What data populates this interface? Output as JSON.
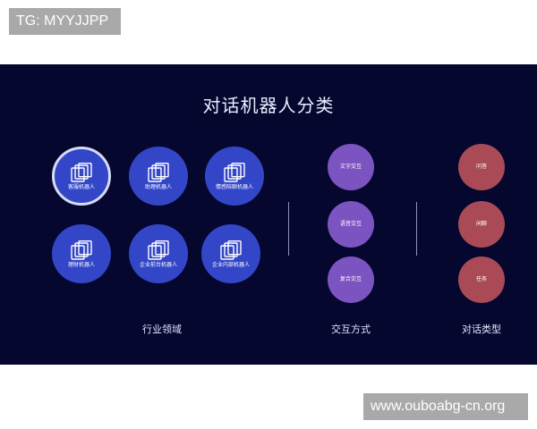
{
  "watermarks": {
    "top": "TG: MYYJJPP",
    "bottom": "www.ouboabg-cn.org"
  },
  "panel": {
    "title": "对话机器人分类"
  },
  "industry": {
    "label": "行业领域",
    "items": [
      {
        "label": "客服机器人",
        "selected": true
      },
      {
        "label": "助理机器人"
      },
      {
        "label": "情感陪聊机器人"
      },
      {
        "label": "理财机器人"
      },
      {
        "label": "企业前台机器人"
      },
      {
        "label": "企业内部机器人"
      }
    ]
  },
  "interaction": {
    "label": "交互方式",
    "items": [
      "文字交互",
      "语音交互",
      "复合交互"
    ]
  },
  "dialog_type": {
    "label": "对话类型",
    "items": [
      "问答",
      "闲聊",
      "任务"
    ]
  },
  "colors": {
    "background": "#05072e",
    "industry_circle": "#3346c8",
    "interaction_circle": "#7c54c1",
    "dialog_circle": "#a94a56"
  }
}
